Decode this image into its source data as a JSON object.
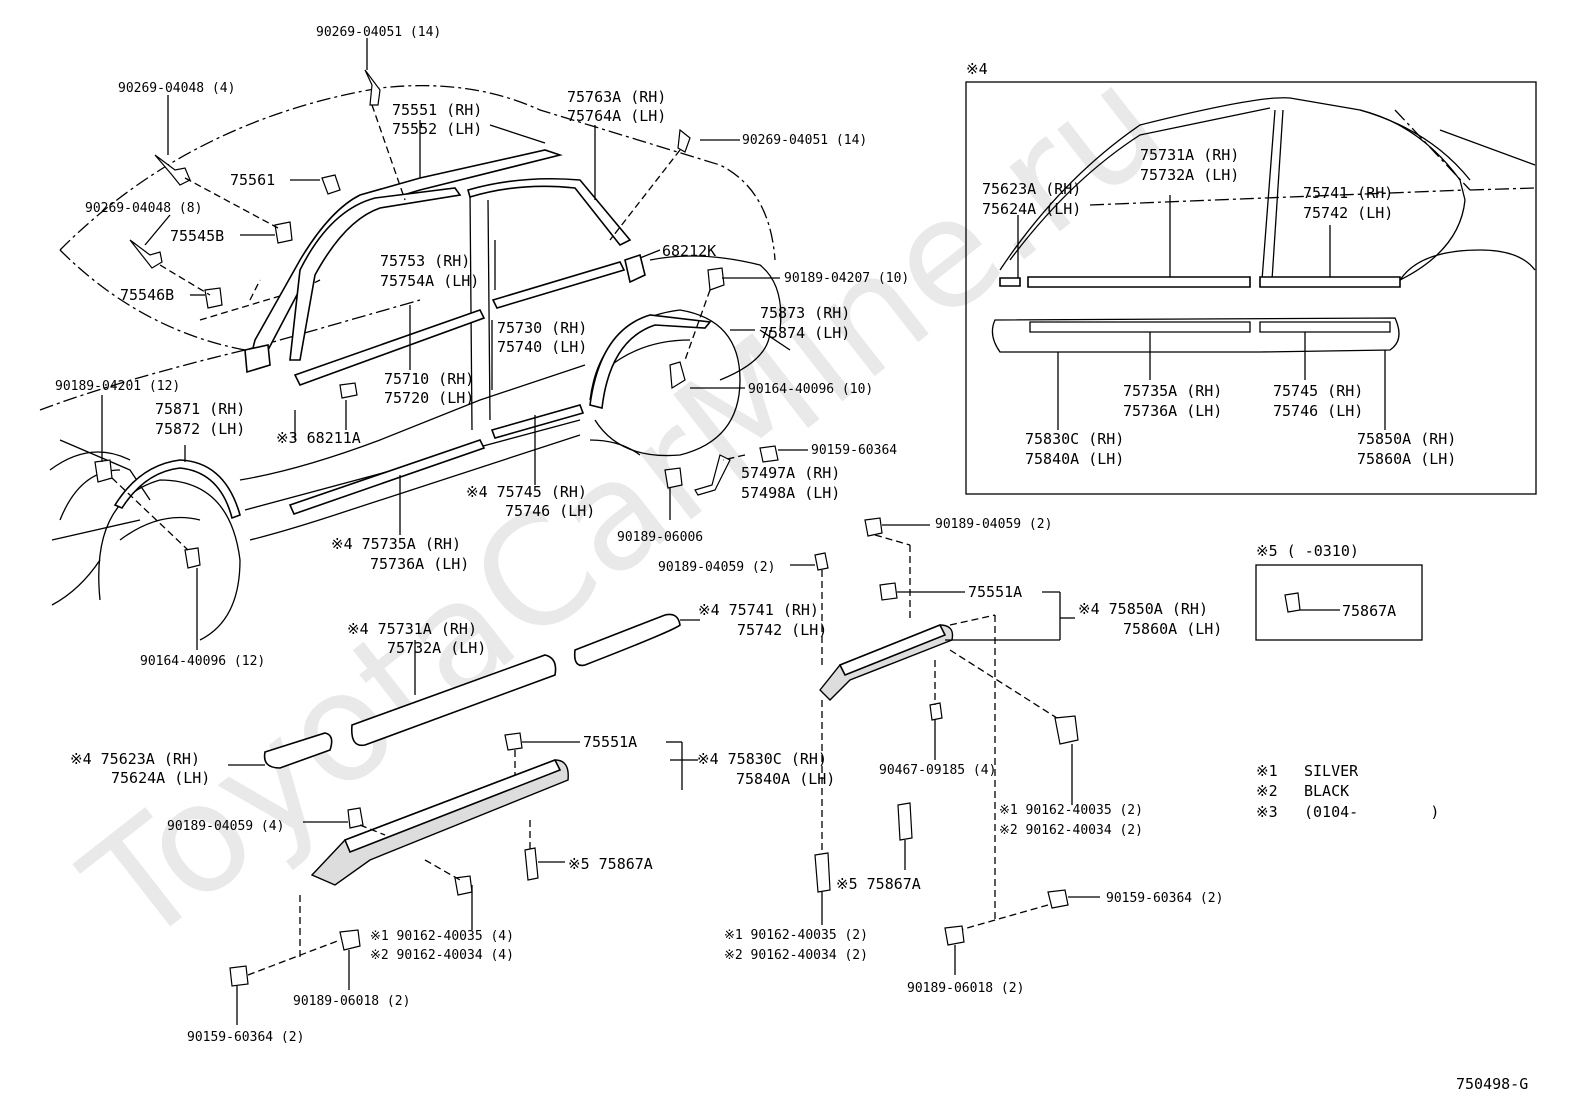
{
  "watermark": "ToyotaCarMine.ru",
  "diagram_id": "750498-G",
  "legend": [
    {
      "mark": "※1",
      "text": "SILVER"
    },
    {
      "mark": "※2",
      "text": "BLACK"
    },
    {
      "mark": "※3",
      "text": "(0104-        )"
    }
  ],
  "inset4": {
    "title": "※4"
  },
  "inset5": {
    "title": "※5 (        -0310)",
    "part": "75867A"
  },
  "labels": {
    "p90269_04051_a": "90269-04051 (14)",
    "p90269_04048_4": "90269-04048 (4)",
    "p75551": "75551 (RH)",
    "p75552": "75552 (LH)",
    "p75763A": "75763A (RH)",
    "p75764A": "75764A (LH)",
    "p90269_04051_b": "90269-04051 (14)",
    "p75561": "75561",
    "p90269_04048_8": "90269-04048 (8)",
    "p75545B": "75545B",
    "p75546B": "75546B",
    "p75753": "75753   (RH)",
    "p75754A": "75754A (LH)",
    "p68212K": "68212K",
    "p90189_04207": "90189-04207 (10)",
    "p75730": "75730 (RH)",
    "p75740": "75740 (LH)",
    "p75873": "75873 (RH)",
    "p75874": "75874 (LH)",
    "p75710": "75710 (RH)",
    "p75720": "75720 (LH)",
    "p90164_40096_10": "90164-40096 (10)",
    "p90189_04201": "90189-04201 (12)",
    "p75871": "75871 (RH)",
    "p75872": "75872 (LH)",
    "p68211A": "※3 68211A",
    "p90159_60364_a": "90159-60364",
    "p57497A": "57497A (RH)",
    "p57498A": "57498A (LH)",
    "p75745_m": "※4 75745 (RH)",
    "p75746_m": "75746 (LH)",
    "p90189_06006": "90189-06006",
    "p75735A_m": "※4 75735A (RH)",
    "p75736A_m": "75736A (LH)",
    "p90189_04059_r": "90189-04059 (2)",
    "p90189_04059_m": "90189-04059 (2)",
    "p75551A_r": "75551A",
    "p75850A": "※4 75850A (RH)",
    "p75860A": "75860A (LH)",
    "p90164_40096_12": "90164-40096 (12)",
    "p75741_m": "※4 75741 (RH)",
    "p75742_m": "75742 (LH)",
    "p75731A_m": "※4 75731A (RH)",
    "p75732A_m": "75732A (LH)",
    "p75623A_m": "※4 75623A (RH)",
    "p75624A_m": "75624A (LH)",
    "p75551A_l": "75551A",
    "p75830C_m": "※4 75830C (RH)",
    "p75840A_m": "75840A (LH)",
    "p90467_09185": "90467-09185 (4)",
    "p90189_04059_4": "90189-04059 (4)",
    "p75867A_l": "※5 75867A",
    "p90162_40035_r": "※1 90162-40035 (2)",
    "p90162_40034_r": "※2 90162-40034 (2)",
    "p75867A_c": "※5 75867A",
    "p90162_40035_l": "※1  90162-40035 (4)",
    "p90162_40034_l": "※2  90162-40034 (4)",
    "p90162_40035_c": "※1  90162-40035 (2)",
    "p90162_40034_c": "※2  90162-40034 (2)",
    "p90159_60364_r": "90159-60364 (2)",
    "p90189_06018_l": "90189-06018 (2)",
    "p90189_06018_r": "90189-06018 (2)",
    "p90159_60364_l": "90159-60364 (2)",
    "i75623A": "75623A (RH)",
    "i75624A": "75624A (LH)",
    "i75731A": "75731A (RH)",
    "i75732A": "75732A (LH)",
    "i75741": "75741 (RH)",
    "i75742": "75742 (LH)",
    "i75735A": "75735A (RH)",
    "i75736A": "75736A (LH)",
    "i75745": "75745 (RH)",
    "i75746": "75746 (LH)",
    "i75830C": "75830C (RH)",
    "i75840A": "75840A (LH)",
    "i75850A": "75850A (RH)",
    "i75860A": "75860A (LH)"
  }
}
